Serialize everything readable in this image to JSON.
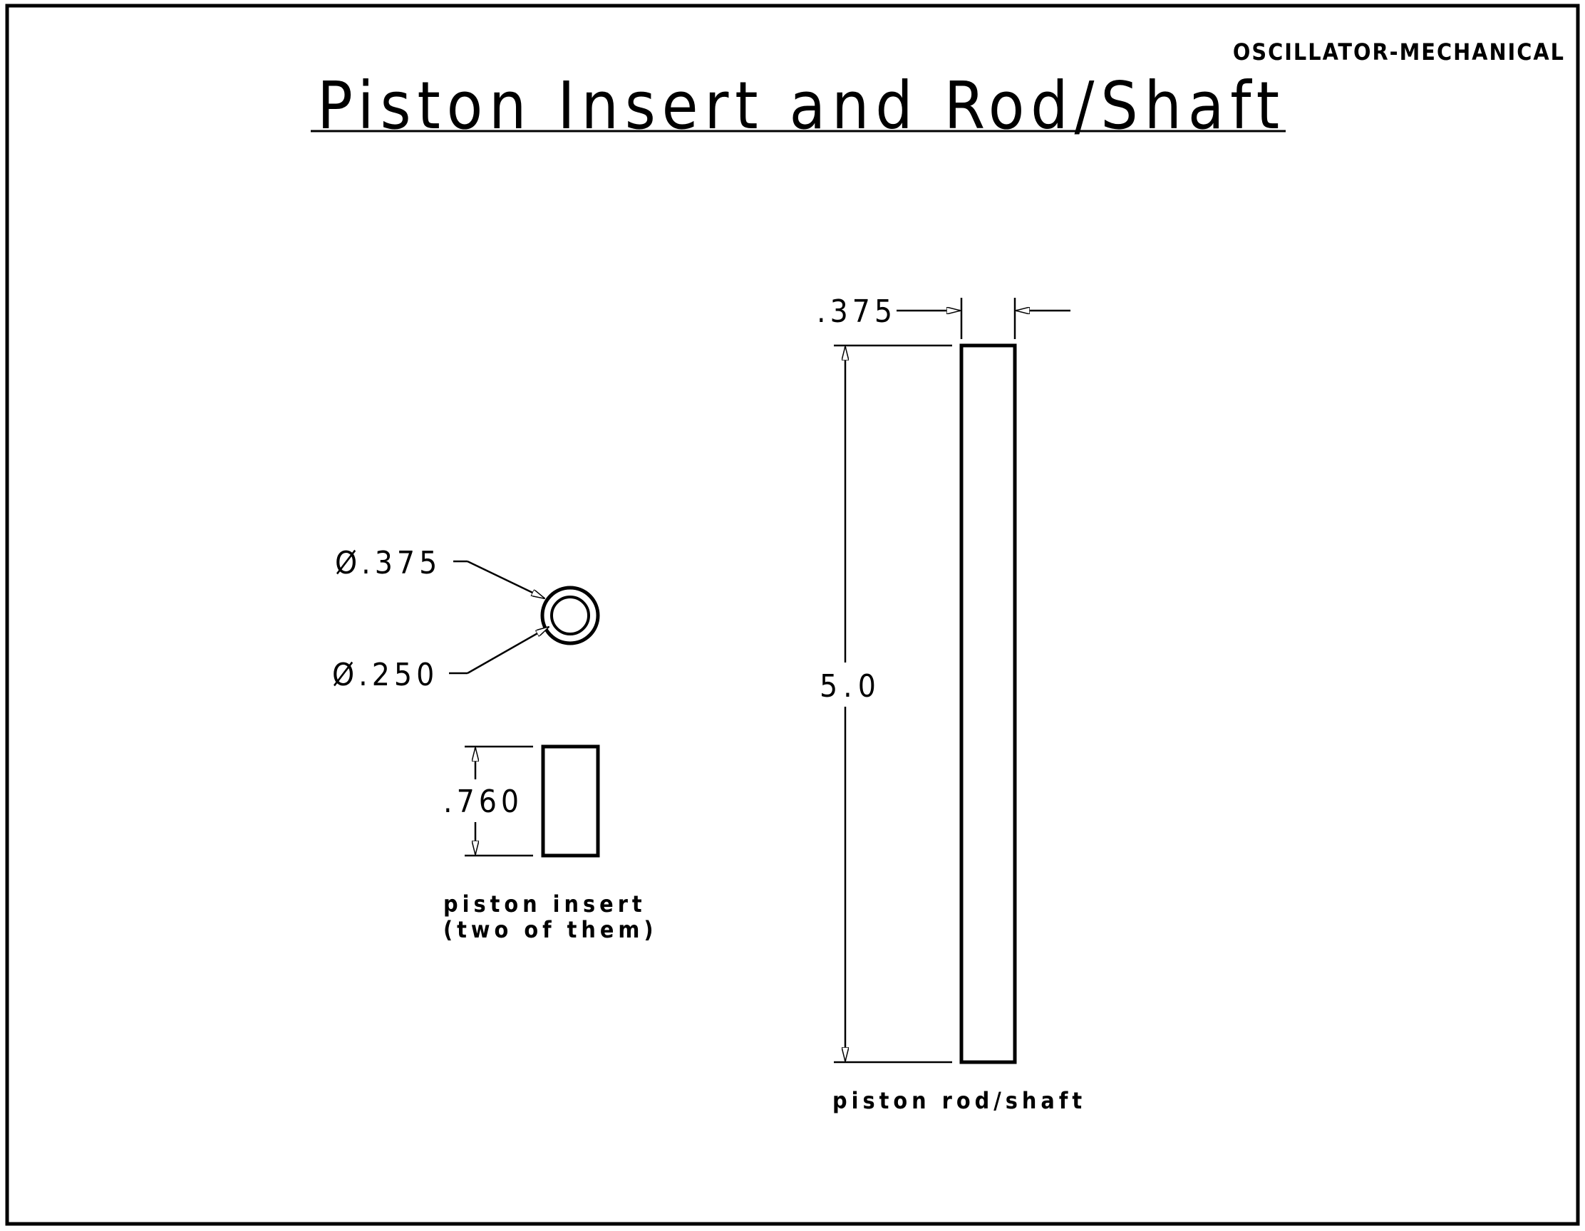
{
  "sheet": {
    "code": "OSCILLATOR-MECHANICAL",
    "title": "Piston Insert and Rod/Shaft"
  },
  "insert": {
    "outer_diameter": "Ø.375",
    "inner_diameter": "Ø.250",
    "length": ".760",
    "caption_line1": "piston insert",
    "caption_line2": "(two of them)"
  },
  "rod": {
    "diameter": ".375",
    "length": "5.0",
    "caption": "piston rod/shaft"
  },
  "colors": {
    "ink": "#000000",
    "paper": "#ffffff"
  }
}
